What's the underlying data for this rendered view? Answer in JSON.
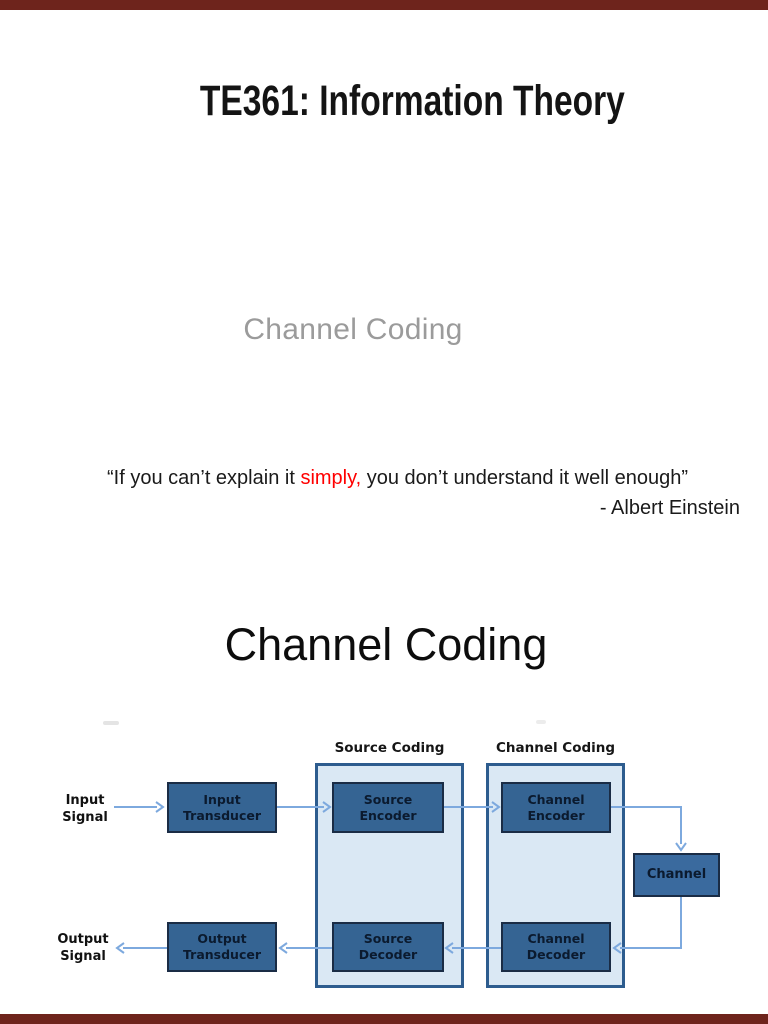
{
  "page": {
    "frame_color": "#6e241c",
    "background": "#ffffff"
  },
  "slide1": {
    "title": "TE361: Information Theory",
    "subtitle": "Channel Coding",
    "subtitle_color": "#9b9b9b",
    "quote": {
      "prefix": "“If you can’t explain it ",
      "highlight": "simply,",
      "highlight_color": "#ff0000",
      "suffix": " you don’t understand it well enough”",
      "attribution": "- Albert Einstein"
    }
  },
  "slide2": {
    "title": "Channel Coding",
    "diagram": {
      "group_labels": {
        "source": "Source Coding",
        "channel": "Channel Coding"
      },
      "signal_labels": {
        "input": {
          "line1": "Input",
          "line2": "Signal"
        },
        "output": {
          "line1": "Output",
          "line2": "Signal"
        }
      },
      "boxes": {
        "input_transducer": {
          "line1": "Input",
          "line2": "Transducer"
        },
        "source_encoder": {
          "line1": "Source",
          "line2": "Encoder"
        },
        "channel_encoder": {
          "line1": "Channel",
          "line2": "Encoder"
        },
        "channel": {
          "line1": "Channel"
        },
        "channel_decoder": {
          "line1": "Channel",
          "line2": "Decoder"
        },
        "source_decoder": {
          "line1": "Source",
          "line2": "Decoder"
        },
        "output_transducer": {
          "line1": "Output",
          "line2": "Transducer"
        }
      },
      "colors": {
        "box_fill": "#356493",
        "box_border": "#1a2c45",
        "box_text": "#0b1a2e",
        "container_fill": "#dae8f4",
        "container_border": "#2d5c8e",
        "arrow": "#7da9de"
      }
    }
  }
}
